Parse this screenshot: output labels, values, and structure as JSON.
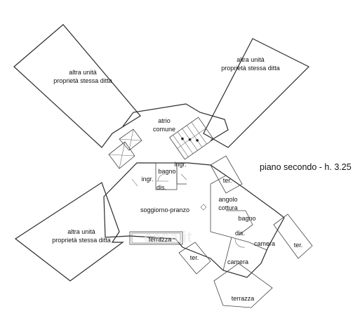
{
  "plan": {
    "caption": "piano secondo - h. 3.25",
    "other_units": {
      "line1": "altra unità",
      "line2": "proprietà stessa ditta"
    },
    "rooms": {
      "atrio_line1": "atrio",
      "atrio_line2": "comune",
      "ingr_right": "ingr.",
      "ingr_left": "ingr.",
      "bagno_upper": "bagno",
      "dis_upper": "dis.",
      "soggiorno": "soggiorno-pranzo",
      "angolo_line1": "angolo",
      "angolo_line2": "cottura",
      "bagno_lower": "bagno",
      "dis_lower": "dis.",
      "camera_right": "camera",
      "camera_lower": "camera",
      "terrazza_left": "terrazza",
      "terrazza_bottom": "terrazza",
      "ter_top": "ter.",
      "ter_right": "ter.",
      "ter_bottom": "ter."
    }
  }
}
